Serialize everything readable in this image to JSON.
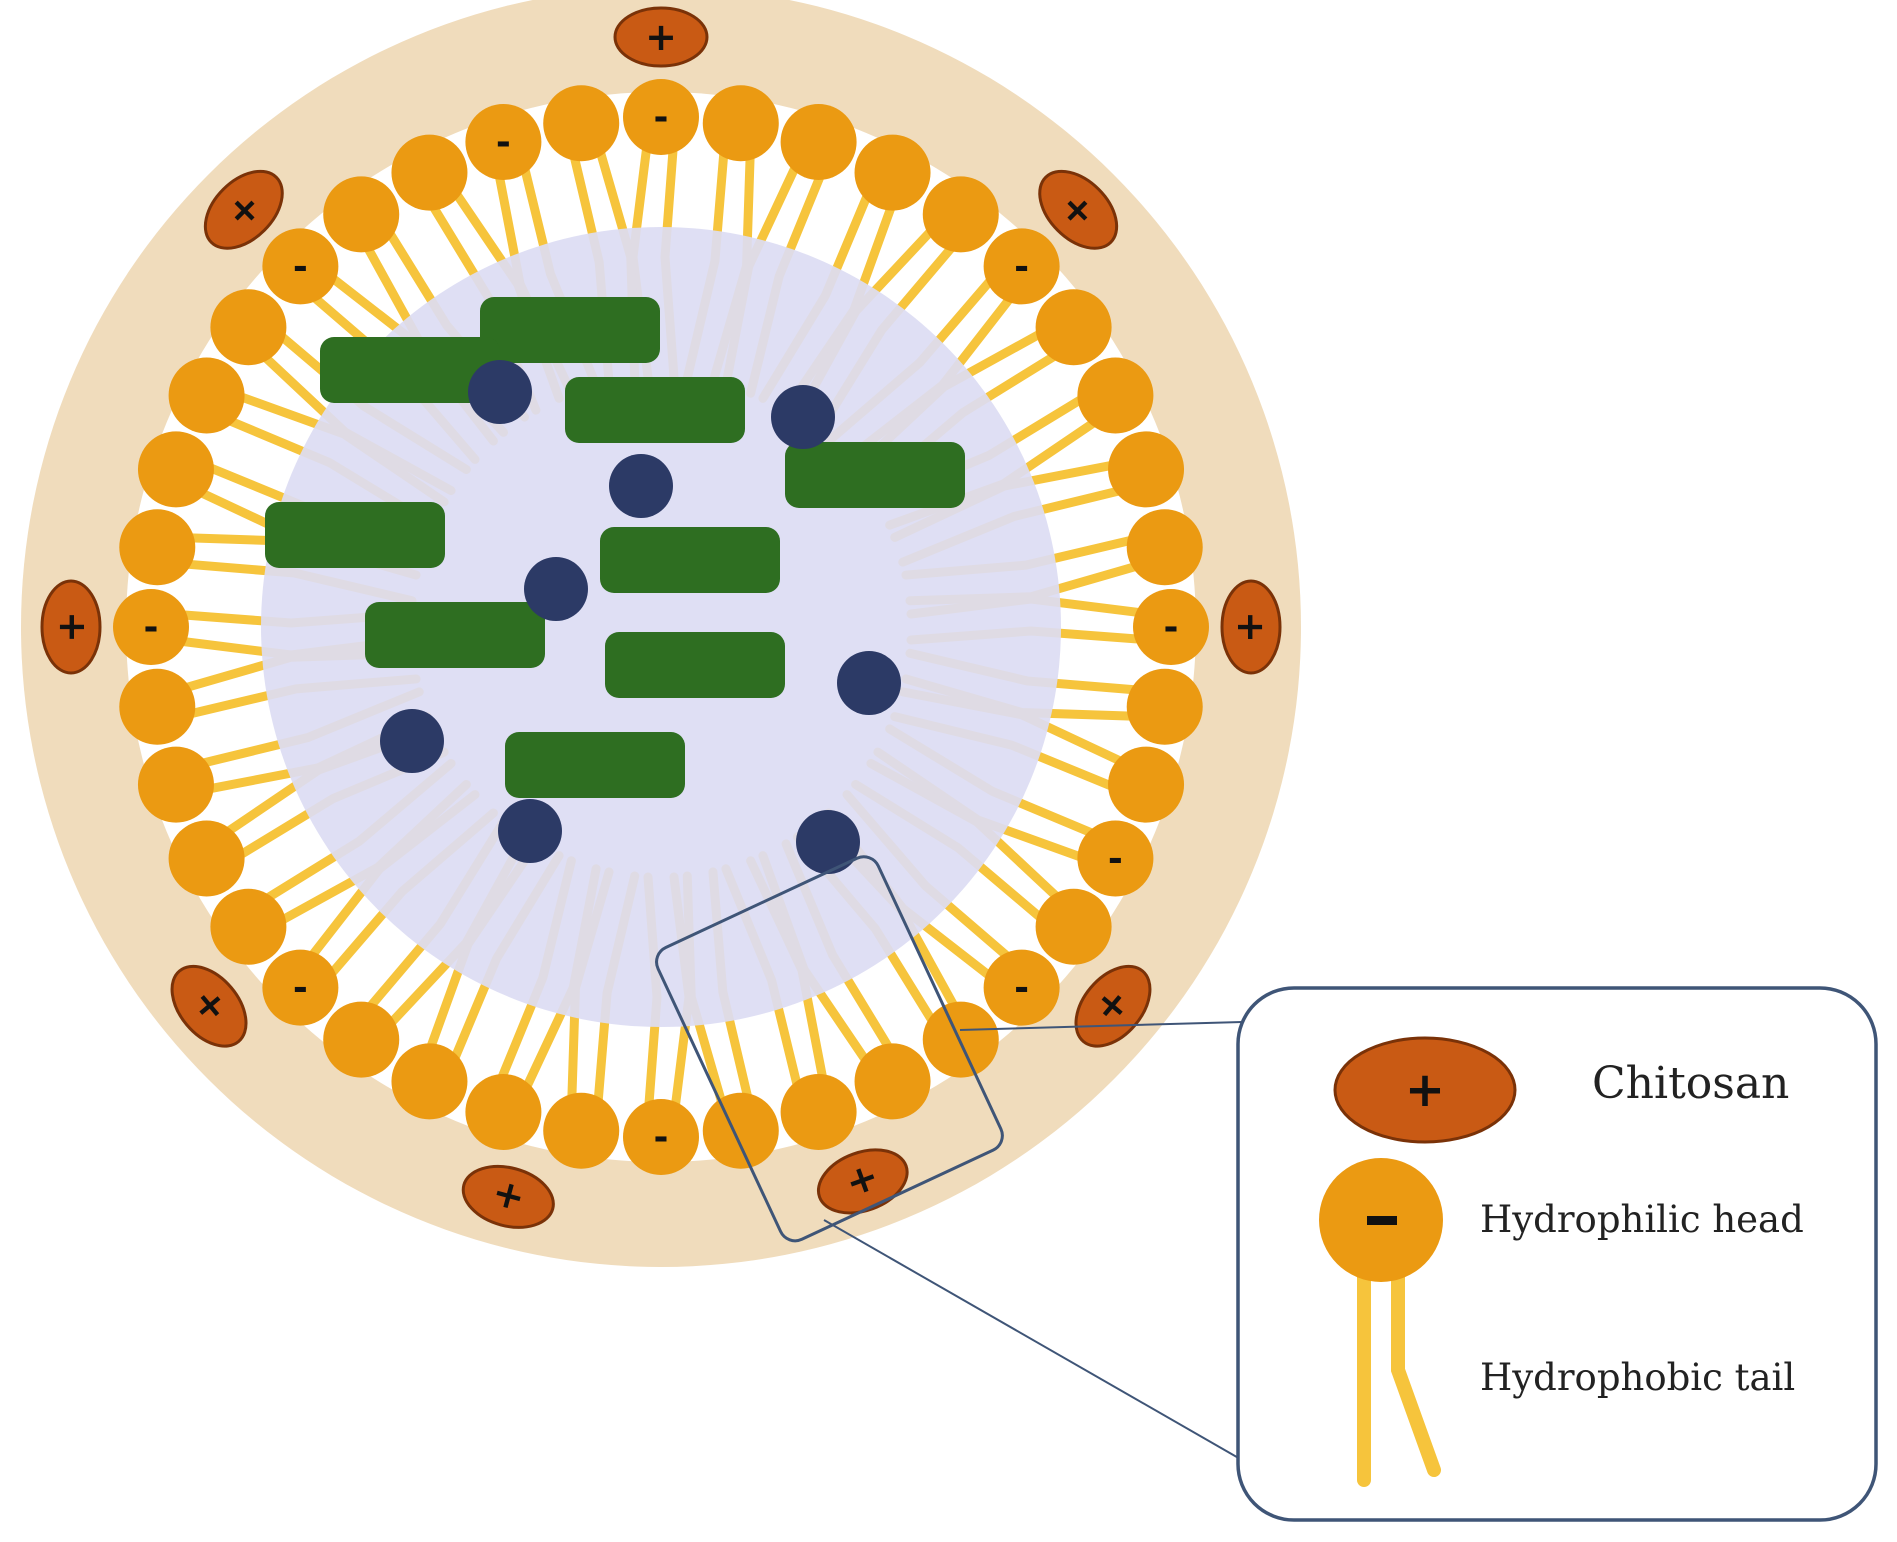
{
  "legend": {
    "chitosan": "Chitosan",
    "head": "Hydrophilic head",
    "tail": "Hydrophobic tail"
  },
  "symbols": {
    "positive": "+",
    "negative": "-"
  },
  "colors": {
    "chitosan_shell": "#f0dcbc",
    "chitosan_particle": "#c95a14",
    "chitosan_outline": "#7a3208",
    "lipid_head": "#eb9a12",
    "lipid_tail": "#f6c43c",
    "core": "#dcdcf3",
    "drug_rectangle": "#2e6e21",
    "drug_sphere": "#2c3a66",
    "frame": "#3f5577"
  },
  "icons": [
    "chitosan-particle-icon",
    "lipid-head-icon",
    "lipid-tail-icon",
    "drug-sphere-icon",
    "drug-rod-icon"
  ]
}
